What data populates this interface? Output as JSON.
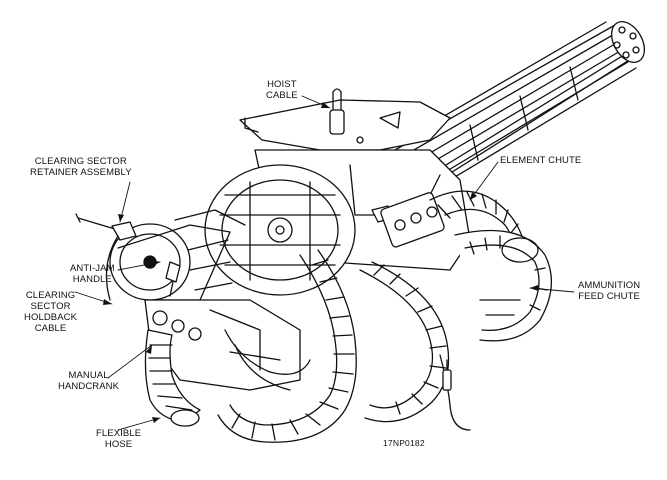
{
  "labels": {
    "hoist_cable": [
      "HOIST",
      "CABLE"
    ],
    "clearing_sector_retainer": [
      "CLEARING SECTOR",
      "RETAINER ASSEMBLY"
    ],
    "element_chute": [
      "ELEMENT CHUTE"
    ],
    "anti_jam_handle": [
      "ANTI-JAM",
      "HANDLE"
    ],
    "clearing_sector_holdback": [
      "CLEARING",
      "SECTOR",
      "HOLDBACK",
      "CABLE"
    ],
    "ammunition_feed_chute": [
      "AMMUNITION",
      "FEED CHUTE"
    ],
    "manual_handcrank": [
      "MANUAL",
      "HANDCRANK"
    ],
    "flexible_hose": [
      "FLEXIBLE",
      "HOSE"
    ]
  },
  "figure_id": "17NP0182"
}
